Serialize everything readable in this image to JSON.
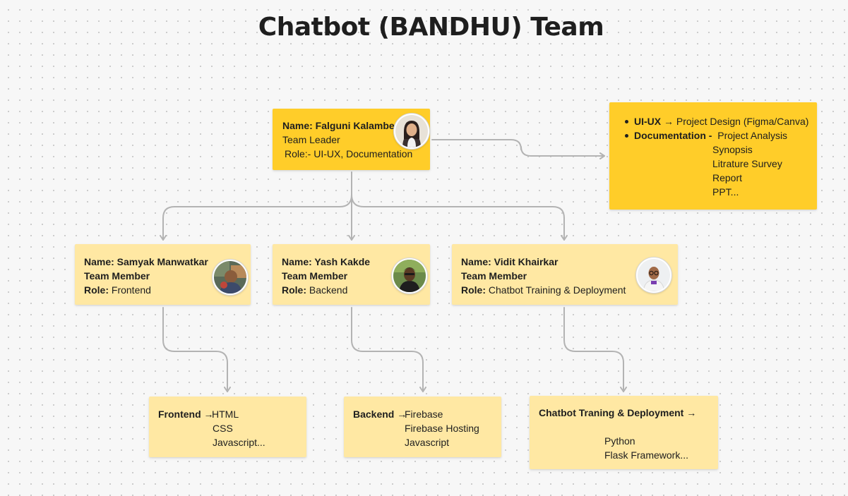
{
  "title": "Chatbot (BANDHU) Team",
  "leader": {
    "name_label": "Name: Falguni Kalambe",
    "position": "Team Leader",
    "role": "Role:- UI-UX, Documentation"
  },
  "leader_duties": {
    "items": [
      {
        "label": "UI-UX →",
        "text": "Project Design (Figma/Canva)"
      },
      {
        "label": "Documentation -",
        "text": "Project Analysis"
      }
    ],
    "documentation_extra": [
      "Synopsis",
      "Litrature Survey",
      "Report",
      "PPT..."
    ]
  },
  "members": [
    {
      "name": "Name: Samyak Manwatkar",
      "position": "Team Member",
      "role_label": "Role:",
      "role": "Frontend"
    },
    {
      "name": "Name: Yash Kakde",
      "position": "Team Member",
      "role_label": "Role:",
      "role": "Backend"
    },
    {
      "name": "Name: Vidit Khairkar",
      "position": "Team Member",
      "role_label": "Role:",
      "role": "Chatbot Training & Deployment"
    }
  ],
  "details": [
    {
      "heading": "Frontend →",
      "items": [
        "HTML",
        "CSS",
        "Javascript..."
      ]
    },
    {
      "heading": "Backend →",
      "items": [
        "Firebase",
        "Firebase Hosting",
        "Javascript"
      ]
    },
    {
      "heading": "Chatbot Traning & Deployment →",
      "items": [
        "Python",
        "Flask Framework..."
      ]
    }
  ],
  "colors": {
    "leader_card": "#ffcd29",
    "member_card": "#ffe8a3",
    "connector": "#b3b3b3",
    "canvas": "#f7f7f7"
  }
}
